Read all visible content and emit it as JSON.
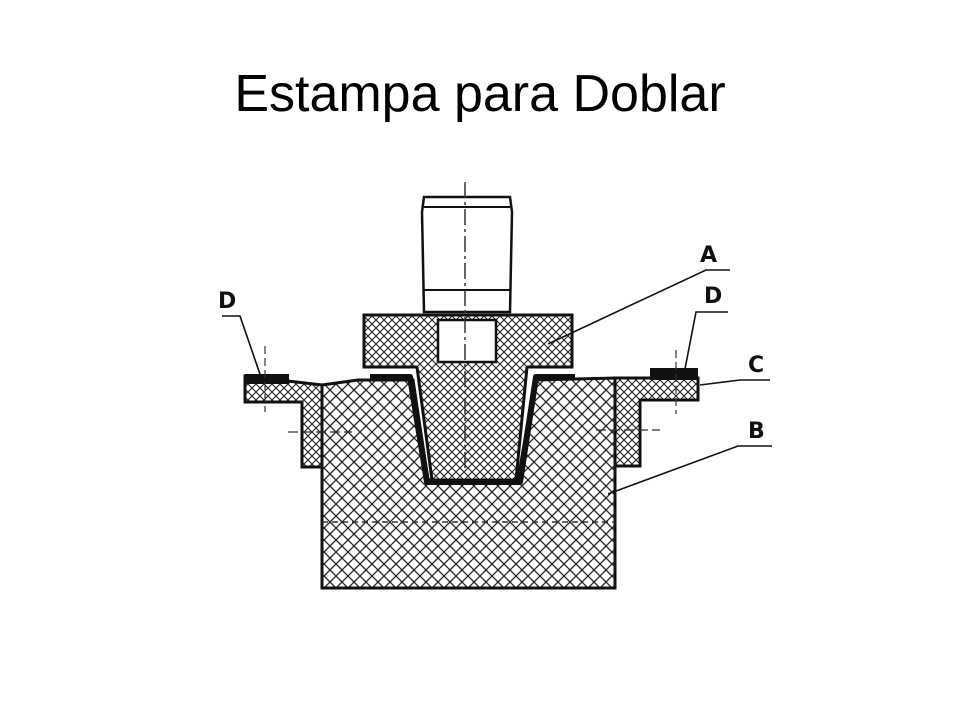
{
  "slide": {
    "title": "Estampa para Doblar"
  },
  "diagram": {
    "labels": {
      "a": "A",
      "b": "B",
      "c": "C",
      "d_left": "D",
      "d_right": "D"
    },
    "colors": {
      "ink": "#111111",
      "background": "#ffffff"
    }
  }
}
